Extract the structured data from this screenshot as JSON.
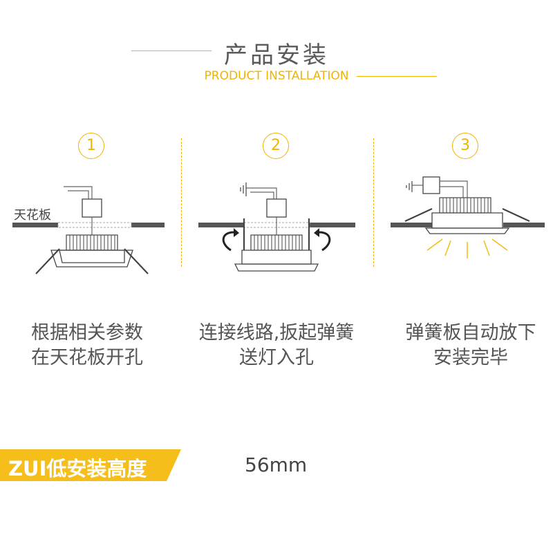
{
  "header": {
    "title": "产品安装",
    "subtitle": "PRODUCT INSTALLATION"
  },
  "steps": [
    {
      "number": "1",
      "caption_line1": "根据相关参数",
      "caption_line2": "在天花板开孔"
    },
    {
      "number": "2",
      "caption_line1": "连接线路,扳起弹簧",
      "caption_line2": "送灯入孔"
    },
    {
      "number": "3",
      "caption_line1": "弹簧板自动放下",
      "caption_line2": "安装完毕"
    }
  ],
  "diagram_labels": {
    "ceiling": "天花板"
  },
  "spec": {
    "label": "ZUI低安装高度",
    "value": "56mm"
  },
  "colors": {
    "accent": "#f0b400",
    "banner": "#f5be1b",
    "ceiling": "#555555"
  }
}
